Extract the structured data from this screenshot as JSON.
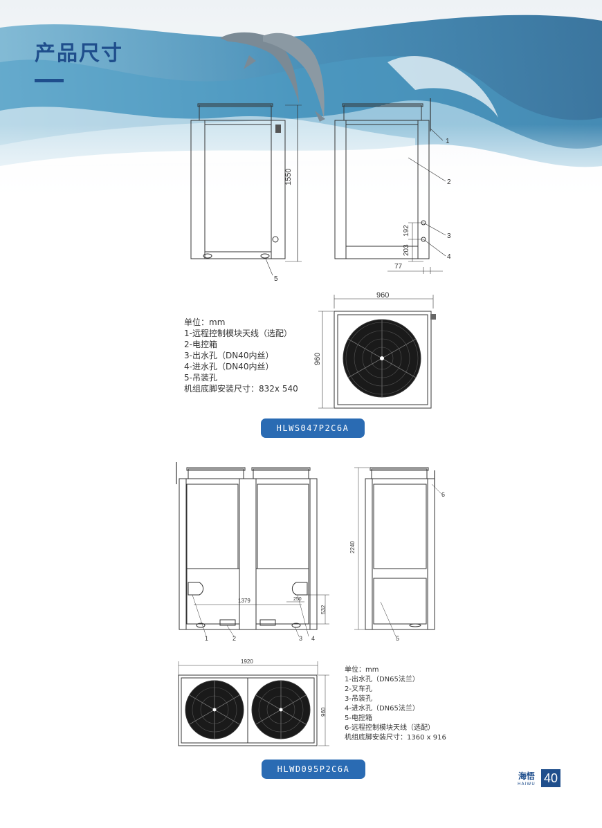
{
  "header": {
    "title": "产品尺寸"
  },
  "model1": {
    "name": "HLWS047P2C6A",
    "dims": {
      "height": "1550",
      "d192": "192",
      "d203": "203",
      "d77": "77",
      "width": "960",
      "depth": "960"
    },
    "callouts": [
      "1",
      "2",
      "3",
      "4",
      "5"
    ],
    "legend": [
      "单位：mm",
      "1-远程控制模块天线（选配）",
      "2-电控箱",
      "3-出水孔（DN40内丝）",
      "4-进水孔（DN40内丝）",
      "5-吊装孔",
      "机组底脚安装尺寸：832x 540"
    ]
  },
  "model2": {
    "name": "HLWD095P2C6A",
    "dims": {
      "height": "2240",
      "d1379": "1379",
      "d250": "250",
      "d532": "532",
      "width": "1920",
      "depth": "960"
    },
    "callouts": [
      "1",
      "2",
      "3",
      "4",
      "5",
      "6"
    ],
    "legend": [
      "单位：mm",
      "1-出水孔（DN65法兰）",
      "2-叉车孔",
      "3-吊装孔",
      "4-进水孔（DN65法兰）",
      "5-电控箱",
      "6-远程控制模块天线（选配）",
      "机组底脚安装尺寸：1360 x 916"
    ]
  },
  "footer": {
    "brand_cn": "海悟",
    "brand_en": "HAIWU",
    "page": "40"
  },
  "colors": {
    "brand_blue": "#1f4e8c",
    "pill_blue": "#2a6bb3"
  },
  "icons": [
    "dolphin-icon",
    "fan-icon"
  ]
}
